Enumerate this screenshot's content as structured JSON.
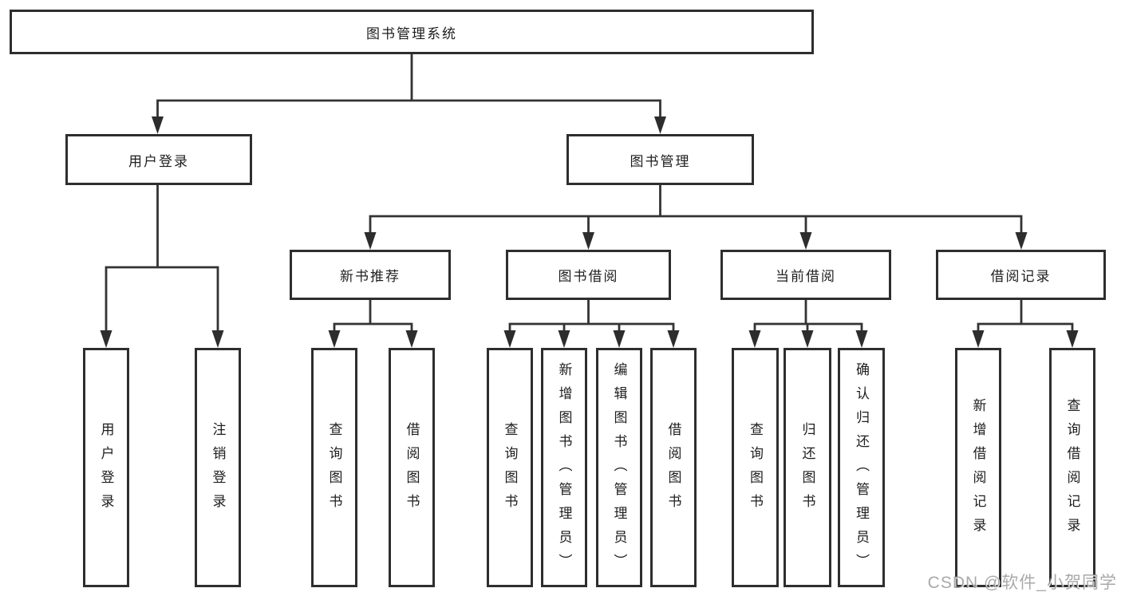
{
  "colors": {
    "line": "#333333",
    "box_border": "#2e2e2e",
    "text": "#1e1e1e",
    "watermark": "#949494"
  },
  "nodes": {
    "root": "图书管理系统",
    "user_login": "用户登录",
    "book_mgmt": "图书管理",
    "new_books": "新书推荐",
    "borrowing": "图书借阅",
    "current": "当前借阅",
    "records": "借阅记录",
    "leaf_user_login": "用户登录",
    "leaf_logout": "注销登录",
    "leaf_nb_query": "查询图书",
    "leaf_nb_borrow": "借阅图书",
    "leaf_bw_query": "查询图书",
    "leaf_bw_add": "新增图书（管理员）",
    "leaf_bw_edit": "编辑图书（管理员）",
    "leaf_bw_borrow": "借阅图书",
    "leaf_cur_query": "查询图书",
    "leaf_cur_return": "归还图书",
    "leaf_cur_confirm": "确认归还（管理员）",
    "leaf_rec_add": "新增借阅记录",
    "leaf_rec_query": "查询借阅记录"
  },
  "watermark": "CSDN @软件_小贺同学"
}
